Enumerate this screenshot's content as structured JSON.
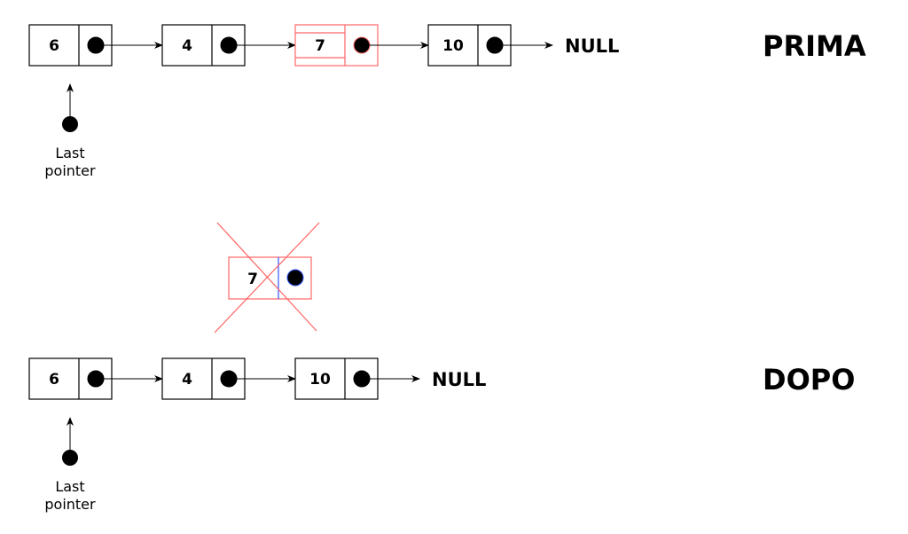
{
  "before": {
    "title": "PRIMA",
    "nodes": [
      "6",
      "4",
      "7",
      "10"
    ],
    "highlighted_index": 2,
    "null_label": "NULL",
    "pointer_label_line1": "Last",
    "pointer_label_line2": "pointer"
  },
  "deleted_node": {
    "value": "7"
  },
  "after": {
    "title": "DOPO",
    "nodes": [
      "6",
      "4",
      "10"
    ],
    "null_label": "NULL",
    "pointer_label_line1": "Last",
    "pointer_label_line2": "pointer"
  },
  "colors": {
    "highlight": "#ff6666",
    "divider_blue": "#3355ff",
    "stroke": "#000000"
  }
}
